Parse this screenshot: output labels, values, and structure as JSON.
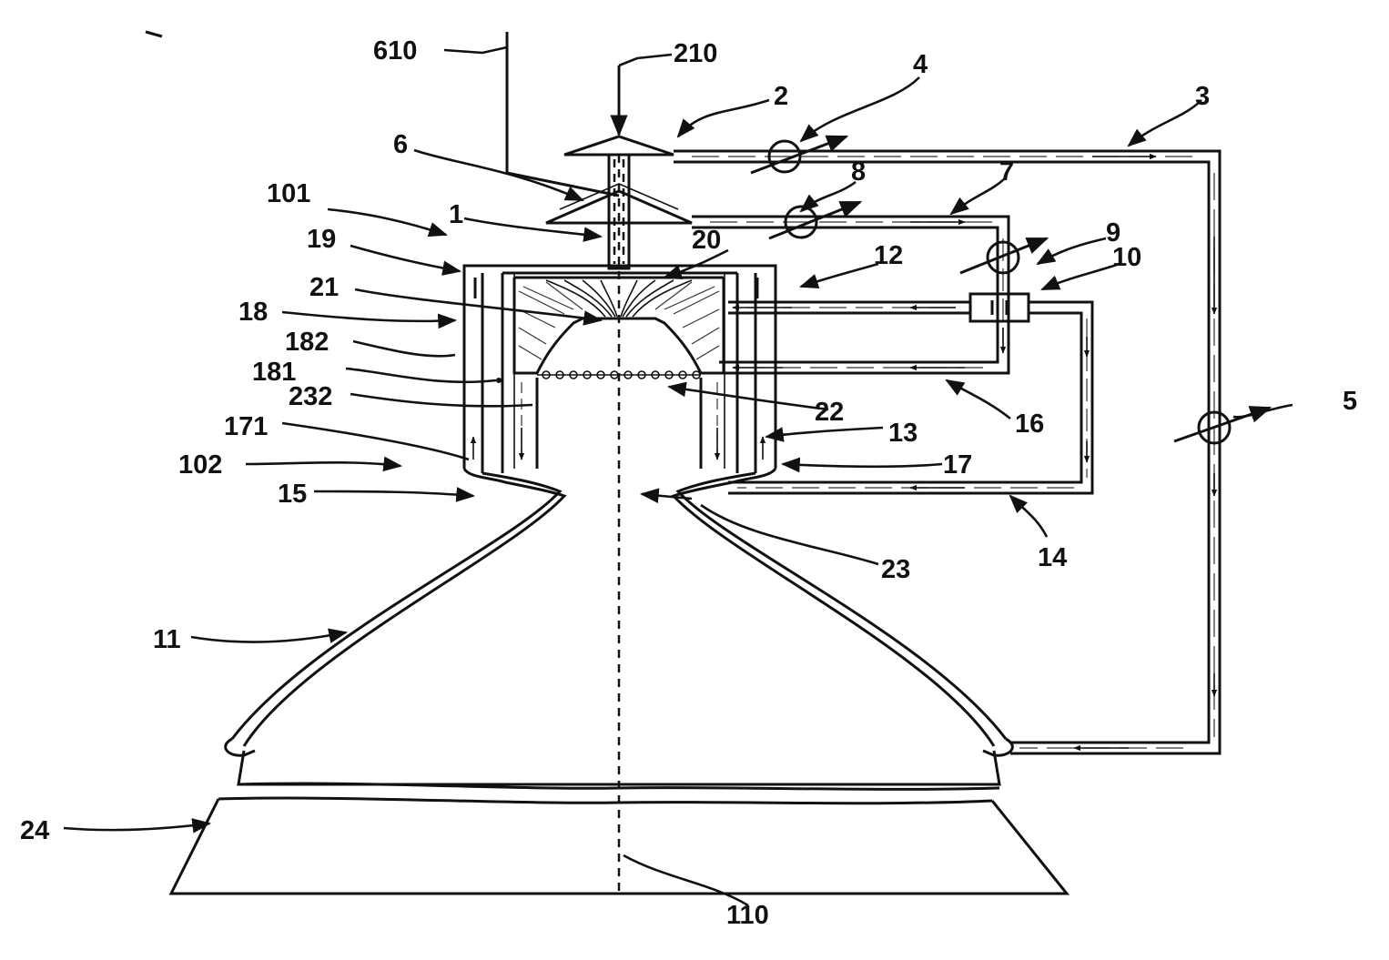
{
  "figure": {
    "labels": {
      "l610": "610",
      "l210": "210",
      "l2": "2",
      "l4": "4",
      "l3": "3",
      "l6": "6",
      "l8": "8",
      "l7": "7",
      "l101": "101",
      "l1": "1",
      "l19": "19",
      "l20": "20",
      "l9": "9",
      "l12": "12",
      "l10": "10",
      "l21": "21",
      "l18": "18",
      "l182": "182",
      "l181": "181",
      "l232": "232",
      "l22": "22",
      "l16": "16",
      "l5": "5",
      "l171": "171",
      "l13": "13",
      "l102": "102",
      "l17": "17",
      "l15": "15",
      "l23": "23",
      "l14": "14",
      "l11": "11",
      "l24": "24",
      "l110": "110"
    }
  }
}
